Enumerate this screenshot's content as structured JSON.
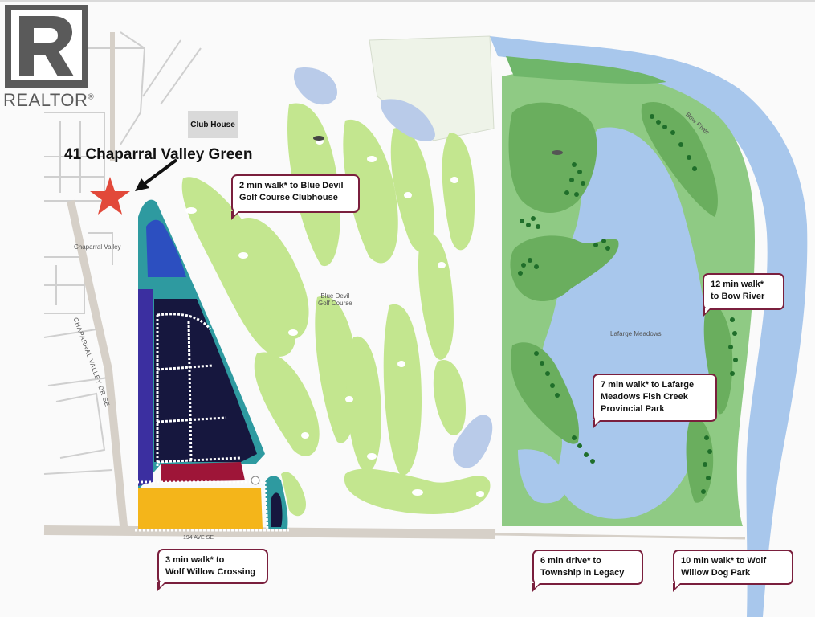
{
  "logo": {
    "text": "REALTOR",
    "mark": "®",
    "icon": "realtor-r-logo-icon"
  },
  "map": {
    "subject_address": "41 Chaparral Valley Green",
    "subject_marker_icon": "red-star-icon",
    "pointer_icon": "arrow-icon",
    "clubhouse_label": "Club House",
    "labels": {
      "neighbourhood": "Chaparral Valley",
      "golf_course_line1": "Blue Devil",
      "golf_course_line2": "Golf Course",
      "park": "Lafarge Meadows",
      "river": "Bow River",
      "street_vertical": "CHAPARRAL VALLEY DR SE",
      "street_horizontal": "194 AVE SE"
    },
    "colors": {
      "golf": "#c3e68f",
      "park": "#8fca84",
      "water": "#a8c7ec",
      "lot_navy": "#16173e",
      "lot_teal": "#2e9aa0",
      "lot_blue": "#2c4fc0",
      "lot_purple": "#3b2fa0",
      "lot_red": "#9e1538",
      "lot_yellow": "#f4b51a",
      "callout_border": "#7a1f3d",
      "star": "#e2493a"
    }
  },
  "callouts": {
    "clubhouse": {
      "line1": "2 min walk* to Blue Devil",
      "line2": "Golf Course Clubhouse"
    },
    "bow_river": {
      "line1": "12 min walk*",
      "line2": "to Bow River"
    },
    "lafarge": {
      "line1": "7 min walk* to Lafarge",
      "line2": "Meadows Fish Creek",
      "line3": "Provincial Park"
    },
    "wolf_willow_crossing": {
      "line1": "3 min walk* to",
      "line2": "Wolf Willow Crossing"
    },
    "township": {
      "line1": "6 min drive* to",
      "line2": "Township in Legacy"
    },
    "dog_park": {
      "line1": "10 min walk* to Wolf",
      "line2": "Willow Dog Park"
    }
  }
}
